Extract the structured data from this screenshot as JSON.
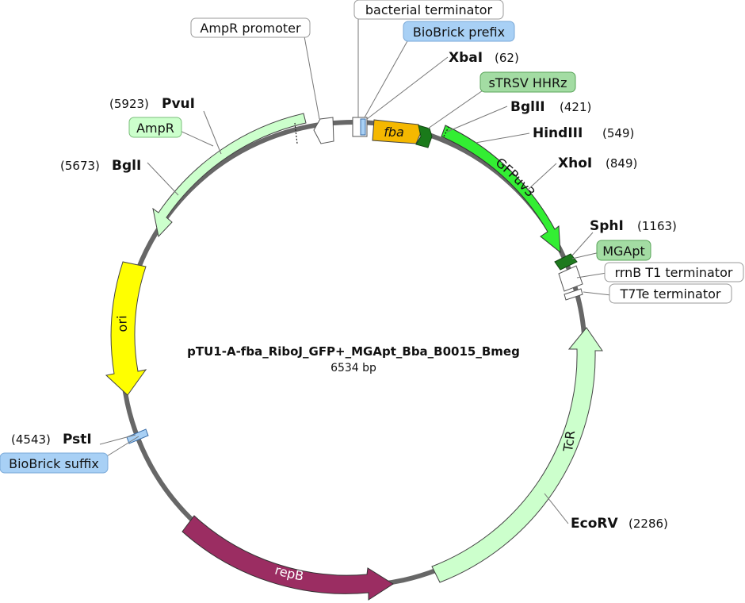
{
  "plasmid": {
    "name": "pTU1-A-fba_RiboJ_GFP+_MGApt_Bba_B0015_Bmeg",
    "length_label": "6534 bp"
  },
  "features": {
    "ampr": {
      "label": "AmpR",
      "color": "#ccffcc"
    },
    "ori": {
      "label": "ori",
      "color": "#ffff00"
    },
    "repb": {
      "label": "repB",
      "color": "#9b2d62"
    },
    "tcr": {
      "label": "TcR",
      "color": "#ccffcc"
    },
    "gfp": {
      "label": "GFPuv3",
      "color": "#33ee33"
    },
    "fba": {
      "label": "fba",
      "color": "#f5b800"
    },
    "ampr_promoter": {
      "label": "AmpR promoter"
    },
    "bacterial_terminator": {
      "label": "bacterial terminator"
    },
    "biobrick_prefix": {
      "label": "BioBrick prefix",
      "color": "#a8d0f5"
    },
    "biobrick_suffix": {
      "label": "BioBrick suffix",
      "color": "#a8d0f5"
    },
    "strsv": {
      "label": "sTRSV HHRz",
      "color": "#a3dca3"
    },
    "mgapt": {
      "label": "MGApt",
      "color": "#a3dca3"
    },
    "rrnb": {
      "label": "rrnB T1 terminator"
    },
    "t7te": {
      "label": "T7Te terminator"
    }
  },
  "sites": {
    "xbai": {
      "name": "XbaI",
      "pos": "(62)"
    },
    "bglii": {
      "name": "BglII",
      "pos": "(421)"
    },
    "hindiii": {
      "name": "HindIII",
      "pos": "(549)"
    },
    "xhoi": {
      "name": "XhoI",
      "pos": "(849)"
    },
    "sphi": {
      "name": "SphI",
      "pos": "(1163)"
    },
    "ecorv": {
      "name": "EcoRV",
      "pos": "(2286)",
      "color": "#2e8b2e"
    },
    "psti": {
      "name": "PstI",
      "pos": "(4543)"
    },
    "bgli": {
      "name": "BglI",
      "pos": "(5673)"
    },
    "pvui": {
      "name": "PvuI",
      "pos": "(5923)"
    }
  }
}
